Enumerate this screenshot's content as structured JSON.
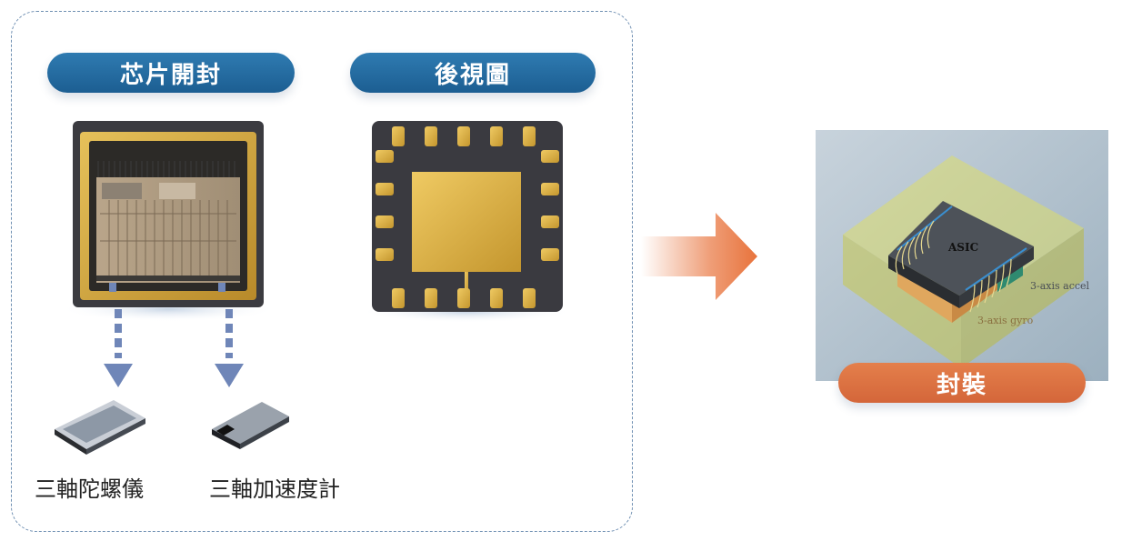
{
  "headers": {
    "chip_opening": "芯片開封",
    "rear_view": "後視圖",
    "packaging": "封裝"
  },
  "sensors": {
    "gyro_label": "三軸陀螺儀",
    "accel_label": "三軸加速度計"
  },
  "package_diagram": {
    "asic_label": "ASIC",
    "accel_label": "3-axis accel",
    "gyro_label": "3-axis gyro"
  },
  "colors": {
    "header_blue": "#1f6396",
    "header_orange": "#d96b3d",
    "arrow_orange": "#e8733c",
    "dashed_arrow": "#6f86b8"
  }
}
